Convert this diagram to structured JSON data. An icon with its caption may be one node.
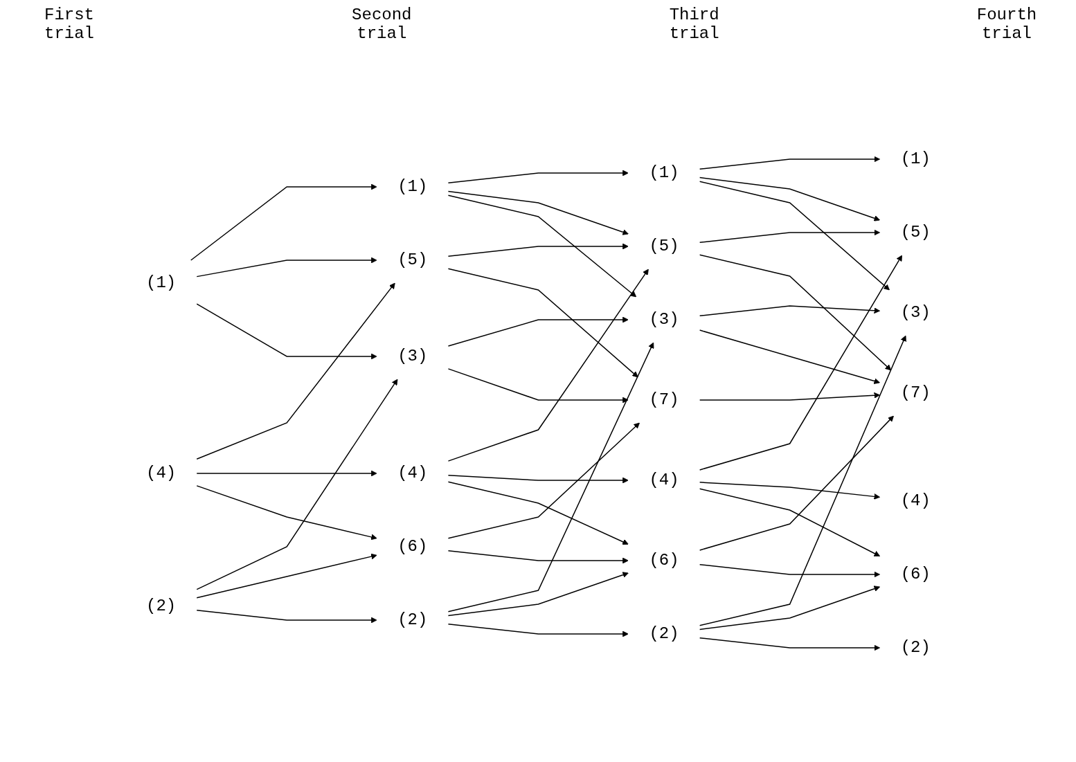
{
  "diagram": {
    "nodes": [
      {
        "text": [
          "(1)"
        ]
      },
      {
        "text": [
          "(4)"
        ]
      },
      {
        "text": [
          "(2)"
        ]
      },
      {
        "text": [
          "(1)"
        ]
      },
      {
        "text": [
          "(5)"
        ]
      },
      {
        "text": [
          "(3)"
        ]
      },
      {
        "text": [
          "(4)"
        ]
      },
      {
        "text": [
          "(6)"
        ]
      },
      {
        "text": [
          "(2)"
        ]
      },
      {
        "text": [
          "(1)"
        ]
      },
      {
        "text": [
          "(5)"
        ]
      },
      {
        "text": [
          "(3)"
        ]
      },
      {
        "text": [
          "(4)"
        ]
      },
      {
        "text": [
          "(7)"
        ]
      },
      {
        "text": [
          "(6)"
        ]
      },
      {
        "text": [
          "(2)"
        ]
      },
      {
        "text": [
          "(1)"
        ]
      },
      {
        "text": [
          "(5)"
        ]
      },
      {
        "text": [
          "(3)"
        ]
      },
      {
        "text": [
          "(4)"
        ]
      },
      {
        "text": [
          "(7)"
        ]
      },
      {
        "text": [
          "(6)"
        ]
      },
      {
        "text": [
          "(2)"
        ]
      }
    ],
    "edges": [
      {
        "from": 0,
        "to": 3,
        "arrow": "to"
      },
      {
        "from": 0,
        "to": 4,
        "arrow": "to"
      },
      {
        "from": 0,
        "to": 5,
        "arrow": "to"
      },
      {
        "from": 1,
        "to": 4,
        "arrow": "to"
      },
      {
        "from": 1,
        "to": 6,
        "arrow": "to"
      },
      {
        "from": 1,
        "to": 7,
        "arrow": "to"
      },
      {
        "from": 2,
        "to": 5,
        "arrow": "to"
      },
      {
        "from": 2,
        "to": 7,
        "arrow": "to"
      },
      {
        "from": 2,
        "to": 8,
        "arrow": "to"
      },
      {
        "from": 3,
        "to": 9,
        "arrow": "to"
      },
      {
        "from": 3,
        "to": 10,
        "arrow": "to"
      },
      {
        "from": 3,
        "to": 11,
        "arrow": "to"
      },
      {
        "from": 4,
        "to": 10,
        "arrow": "to"
      },
      {
        "from": 4,
        "to": 13,
        "arrow": "to"
      },
      {
        "from": 5,
        "to": 11,
        "arrow": "to"
      },
      {
        "from": 5,
        "to": 13,
        "arrow": "to"
      },
      {
        "from": 6,
        "to": 10,
        "arrow": "to"
      },
      {
        "from": 6,
        "to": 12,
        "arrow": "to"
      },
      {
        "from": 6,
        "to": 14,
        "arrow": "to"
      },
      {
        "from": 7,
        "to": 13,
        "arrow": "to"
      },
      {
        "from": 7,
        "to": 14,
        "arrow": "to"
      },
      {
        "from": 8,
        "to": 11,
        "arrow": "to"
      },
      {
        "from": 8,
        "to": 14,
        "arrow": "to"
      },
      {
        "from": 8,
        "to": 15,
        "arrow": "to"
      },
      {
        "from": 9,
        "to": 16,
        "arrow": "to"
      },
      {
        "from": 9,
        "to": 17,
        "arrow": "to"
      },
      {
        "from": 9,
        "to": 18,
        "arrow": "to"
      },
      {
        "from": 10,
        "to": 17,
        "arrow": "to"
      },
      {
        "from": 10,
        "to": 20,
        "arrow": "to"
      },
      {
        "from": 11,
        "to": 18,
        "arrow": "to"
      },
      {
        "from": 11,
        "to": 20,
        "arrow": "to"
      },
      {
        "from": 12,
        "to": 17,
        "arrow": "to"
      },
      {
        "from": 12,
        "to": 19,
        "arrow": "to"
      },
      {
        "from": 12,
        "to": 21,
        "arrow": "to"
      },
      {
        "from": 13,
        "to": 20,
        "arrow": "to"
      },
      {
        "from": 14,
        "to": 20,
        "arrow": "to"
      },
      {
        "from": 14,
        "to": 21,
        "arrow": "to"
      },
      {
        "from": 15,
        "to": 18,
        "arrow": "to"
      },
      {
        "from": 15,
        "to": 21,
        "arrow": "to"
      },
      {
        "from": 15,
        "to": 22,
        "arrow": "to"
      }
    ],
    "labels": [
      "First trial",
      "Second trial",
      "Third trial",
      "Fourth trial"
    ]
  }
}
